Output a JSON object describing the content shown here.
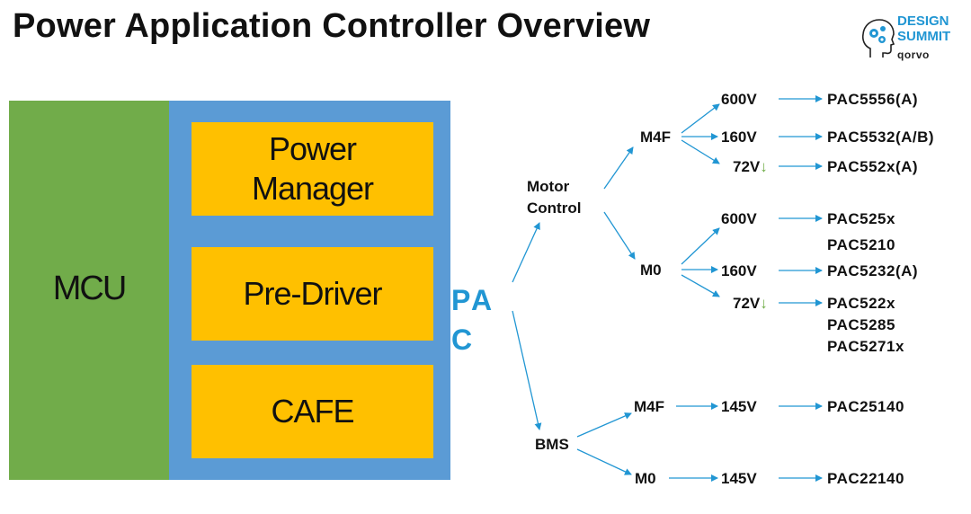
{
  "title": "Power Application Controller Overview",
  "logo": {
    "line1": "DESIGN",
    "line2": "SUMMIT",
    "brand": "qorvo",
    "icon": "head-gears-icon"
  },
  "colors": {
    "mcu": "#71ac4a",
    "pac": "#5b9bd5",
    "block": "#ffc000",
    "accent": "#2196d3",
    "arrow": "#2196d3",
    "down_arrow": "#70ad47"
  },
  "blocks": {
    "mcu": "MCU",
    "power_manager_1": "Power",
    "power_manager_2": "Manager",
    "pre_driver": "Pre-Driver",
    "cafe": "CAFE",
    "pac_1": "PA",
    "pac_2": "C"
  },
  "tree": {
    "motor_control_1": "Motor",
    "motor_control_2": "Control",
    "bms": "BMS",
    "mc_m4f": "M4F",
    "mc_m0": "M0",
    "bms_m4f": "M4F",
    "bms_m0": "M0",
    "v600a": "600V",
    "v160a": "160V",
    "v72a": "72V",
    "v600b": "600V",
    "v160b": "160V",
    "v72b": "72V",
    "v145a": "145V",
    "v145b": "145V",
    "down_glyph": "↓"
  },
  "parts": {
    "p1": "PAC5556(A)",
    "p2": "PAC5532(A/B)",
    "p3": "PAC552x(A)",
    "p4": "PAC525x",
    "p5": "PAC5210",
    "p6": "PAC5232(A)",
    "p7": "PAC522x",
    "p8": "PAC5285",
    "p9": "PAC5271x",
    "p10": "PAC25140",
    "p11": "PAC22140"
  }
}
